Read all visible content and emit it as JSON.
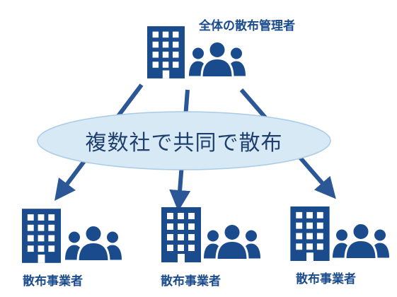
{
  "top": {
    "label": "全体の散布管理者"
  },
  "center": {
    "label": "複数社で共同で散布"
  },
  "bottom": [
    {
      "label": "散布事業者"
    },
    {
      "label": "散布事業者"
    },
    {
      "label": "散布事業者"
    }
  ],
  "colors": {
    "primary": "#1a4b8c",
    "ellipse_fill": "#d6e9f5",
    "ellipse_stroke": "#a9cbe6"
  },
  "icons": [
    "building-icon",
    "people-group-icon",
    "arrow-icon"
  ]
}
